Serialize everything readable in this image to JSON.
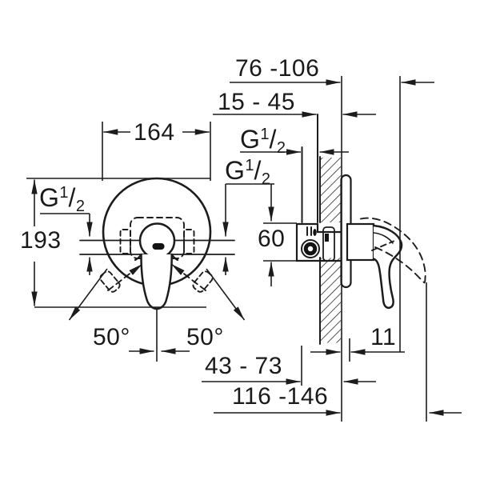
{
  "drawing": {
    "labels": {
      "dim_76_106": "76 -106",
      "dim_15_45": "15 - 45",
      "dim_164": "164",
      "dim_193": "193",
      "dim_60": "60",
      "dim_50_left": "50°",
      "dim_50_right": "50°",
      "dim_11": "11",
      "dim_43_73": "43 - 73",
      "dim_116_146": "116 -146",
      "thread_size": {
        "base": "G",
        "numerator": "1",
        "slash": "/",
        "denominator": "2"
      }
    },
    "colors": {
      "line": "#1c1c1c",
      "background": "#ffffff"
    }
  }
}
